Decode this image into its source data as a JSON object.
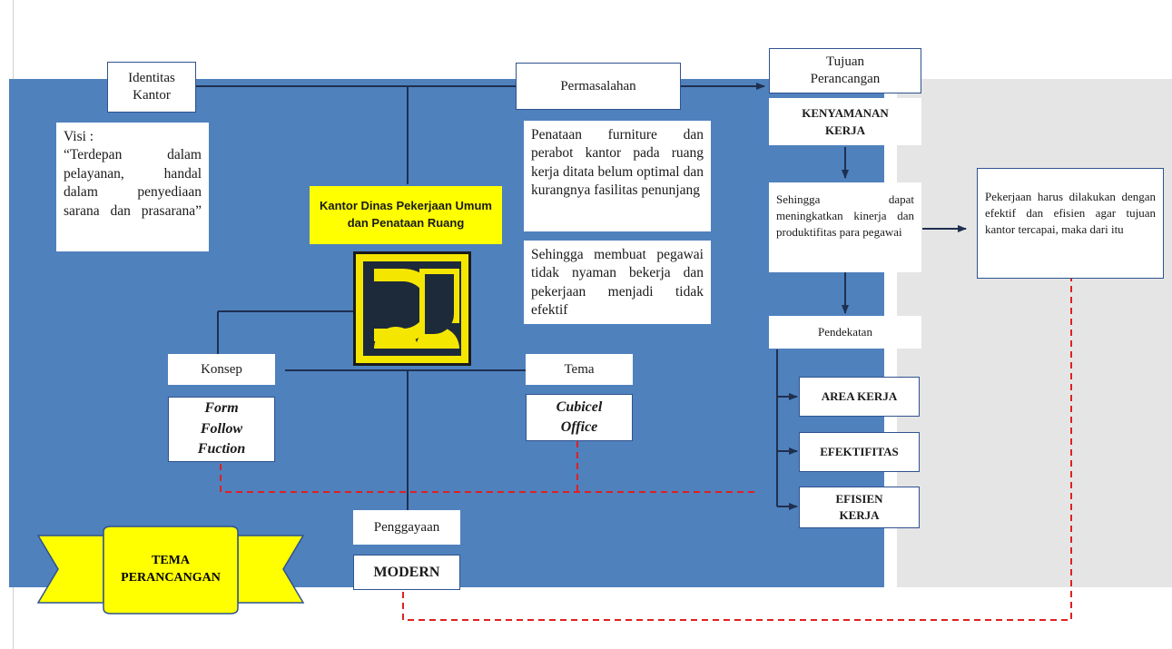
{
  "colors": {
    "panel": "#4f81bd",
    "gray_panel": "#e5e5e5",
    "highlight": "#ffff00",
    "dashed": "#e02020",
    "line": "#1f2f4f"
  },
  "identitas": "Identitas Kantor",
  "visi": {
    "title": "Visi :",
    "text": "“Terdepan dalam pelayanan, handal dalam penyediaan sarana dan prasarana”"
  },
  "kantor_label": "Kantor Dinas Pekerjaan Umum dan Penataan Ruang",
  "logo": {
    "icon": "pupr-logo-icon"
  },
  "konsep": {
    "label": "Konsep",
    "value": "Form Follow Fuction"
  },
  "tema": {
    "label": "Tema",
    "value": "Cubicel Office"
  },
  "penggayaan": {
    "label": "Penggayaan",
    "value": "MODERN"
  },
  "tema_perancangan": "TEMA PERANCANGAN",
  "permasalahan": {
    "label": "Permasalahan",
    "issue_1": "Penataan furniture dan perabot kantor pada ruang kerja ditata belum optimal dan kurangnya fasilitas penunjang",
    "issue_2": "Sehingga membuat pegawai tidak nyaman bekerja dan pekerjaan menjadi tidak efektif"
  },
  "tujuan": {
    "label": "Tujuan Perancangan",
    "goal": "KENYAMANAN KERJA",
    "result": "Sehingga dapat meningkatkan kinerja dan produktifitas para pegawai"
  },
  "pendekatan": {
    "label": "Pendekatan",
    "items": [
      "AREA KERJA",
      "EFEKTIFITAS",
      "EFISIEN KERJA"
    ]
  },
  "conclusion": "Pekerjaan harus dilakukan dengan efektif dan efisien agar tujuan kantor tercapai, maka dari itu"
}
